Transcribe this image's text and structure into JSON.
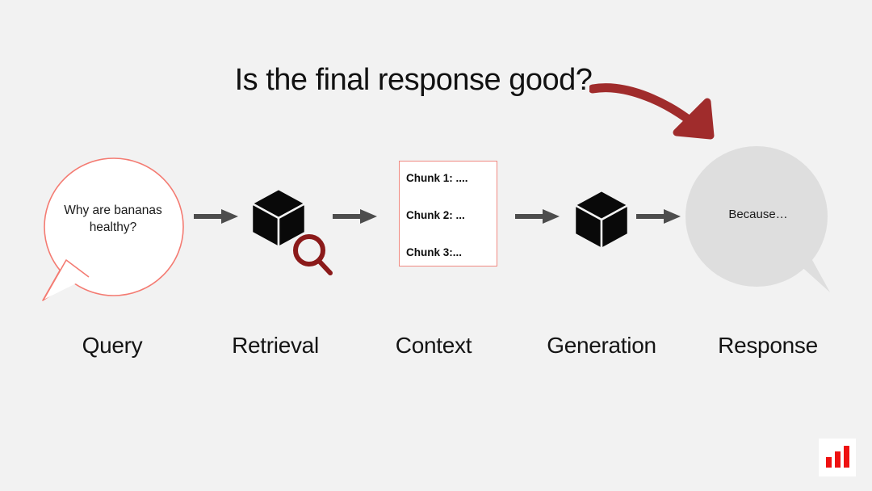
{
  "slide": {
    "title": "Is the final response good?",
    "background_color": "#f2f2f2"
  },
  "colors": {
    "accent_red": "#a02c2c",
    "bubble_outline": "#f08a82",
    "arrow_gray": "#4d4d4d",
    "response_fill": "#dedede",
    "logo_red": "#ee1111"
  },
  "pipeline": {
    "stages": [
      {
        "label": "Query",
        "icon": "speech-bubble-icon"
      },
      {
        "label": "Retrieval",
        "icon": "cube-search-icon"
      },
      {
        "label": "Context",
        "icon": "document-box-icon"
      },
      {
        "label": "Generation",
        "icon": "cube-icon"
      },
      {
        "label": "Response",
        "icon": "speech-bubble-icon"
      }
    ],
    "connectors": [
      {
        "name": "arrow-query-to-retrieval"
      },
      {
        "name": "arrow-retrieval-to-context"
      },
      {
        "name": "arrow-context-to-generation"
      },
      {
        "name": "arrow-generation-to-response"
      }
    ]
  },
  "query": {
    "line1": "Why are bananas",
    "line2": "healthy?"
  },
  "context": {
    "chunks": [
      "Chunk 1: ....",
      "Chunk 2: ...",
      "Chunk 3:..."
    ]
  },
  "response": {
    "text": "Because…"
  },
  "annotation": {
    "arrow": "curved-red-arrow-to-response"
  },
  "logo": {
    "name": "bar-chart-logo",
    "bars": 3
  }
}
